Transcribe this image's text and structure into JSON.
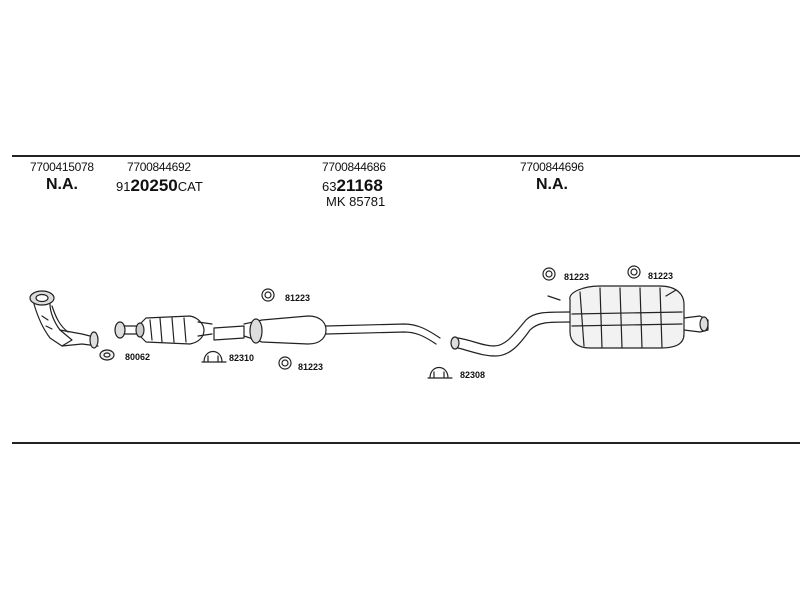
{
  "columns": [
    {
      "oem": "7700415078",
      "code": "N.A."
    },
    {
      "oem": "7700844692",
      "code_prefix": "91",
      "code_main": "20250",
      "code_suffix": "CAT"
    },
    {
      "oem": "7700844686",
      "code_prefix": "63",
      "code_main": "21168",
      "kit": "MK 85781"
    },
    {
      "oem": "7700844696",
      "code": "N.A."
    }
  ],
  "parts": {
    "gasket_front": "80062",
    "clamp_1": "82310",
    "clamp_2": "82308",
    "ring_mid_top": "81223",
    "ring_mid_bottom": "81223",
    "ring_rear_left": "81223",
    "ring_rear_right": "81223"
  }
}
